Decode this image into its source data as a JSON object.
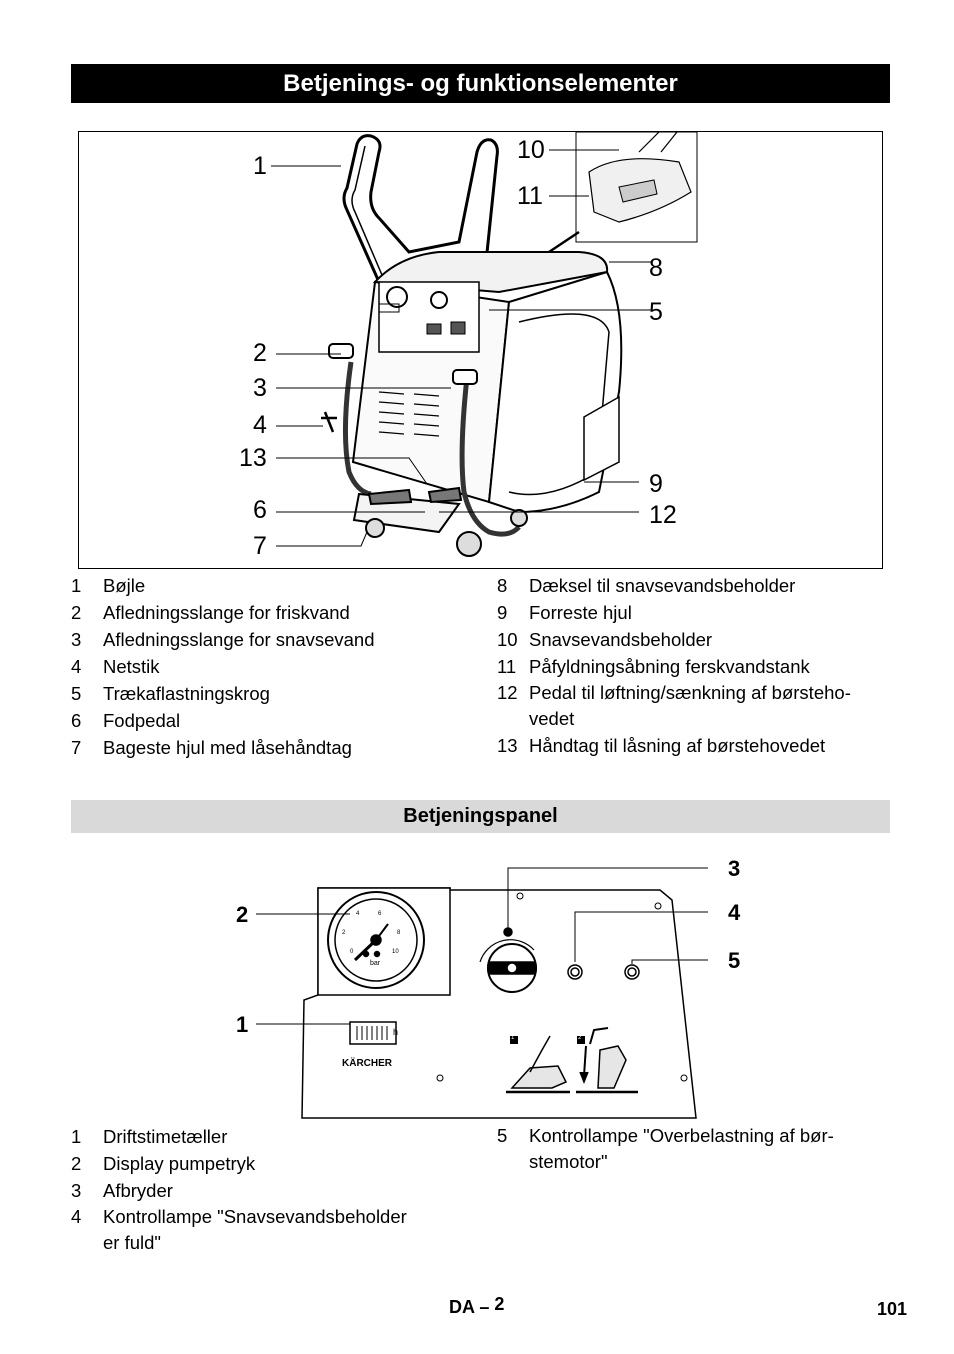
{
  "header": {
    "title": "Betjenings- og funktionselementer"
  },
  "figure1": {
    "callouts": [
      "1",
      "2",
      "3",
      "4",
      "13",
      "6",
      "7",
      "10",
      "11",
      "8",
      "5",
      "9",
      "12"
    ]
  },
  "parts_list_left": [
    {
      "num": "1",
      "text": "Bøjle"
    },
    {
      "num": "2",
      "text": "Afledningsslange for friskvand"
    },
    {
      "num": "3",
      "text": "Afledningsslange for snavsevand"
    },
    {
      "num": "4",
      "text": "Netstik"
    },
    {
      "num": "5",
      "text": "Trækaflastningskrog"
    },
    {
      "num": "6",
      "text": "Fodpedal"
    },
    {
      "num": "7",
      "text": "Bageste hjul med låsehåndtag"
    }
  ],
  "parts_list_right": [
    {
      "num": "8",
      "text": "Dæksel til snavsevandsbeholder"
    },
    {
      "num": "9",
      "text": "Forreste hjul"
    },
    {
      "num": "10",
      "text": "Snavsevandsbeholder"
    },
    {
      "num": "11",
      "text": "Påfyldningsåbning ferskvandstank"
    },
    {
      "num": "12",
      "text": "Pedal til løftning/sænkning af børsteho-",
      "cont": "vedet"
    },
    {
      "num": "13",
      "text": "Håndtag til låsning af børstehovedet"
    }
  ],
  "section2": {
    "title": "Betjeningspanel"
  },
  "figure2": {
    "callouts": [
      "3",
      "2",
      "4",
      "5",
      "1"
    ],
    "gauge_unit": "bar",
    "gauge_ticks": [
      "0",
      "2",
      "4",
      "6",
      "8",
      "10"
    ],
    "counter_unit": "h",
    "brand": "KÄRCHER",
    "step_labels": [
      "1",
      "2"
    ]
  },
  "panel_list_left": [
    {
      "num": "1",
      "text": "Driftstimetæller"
    },
    {
      "num": "2",
      "text": "Display pumpetryk"
    },
    {
      "num": "3",
      "text": "Afbryder"
    },
    {
      "num": "4",
      "text": "Kontrollampe \"Snavsevandsbeholder",
      "cont": "er fuld\""
    }
  ],
  "panel_list_right": [
    {
      "num": "5",
      "text": "Kontrollampe \"Overbelastning af bør-",
      "cont": "stemotor\""
    }
  ],
  "footer": {
    "lang": "DA",
    "sep": "–",
    "section_page": "2",
    "page_number": "101"
  }
}
